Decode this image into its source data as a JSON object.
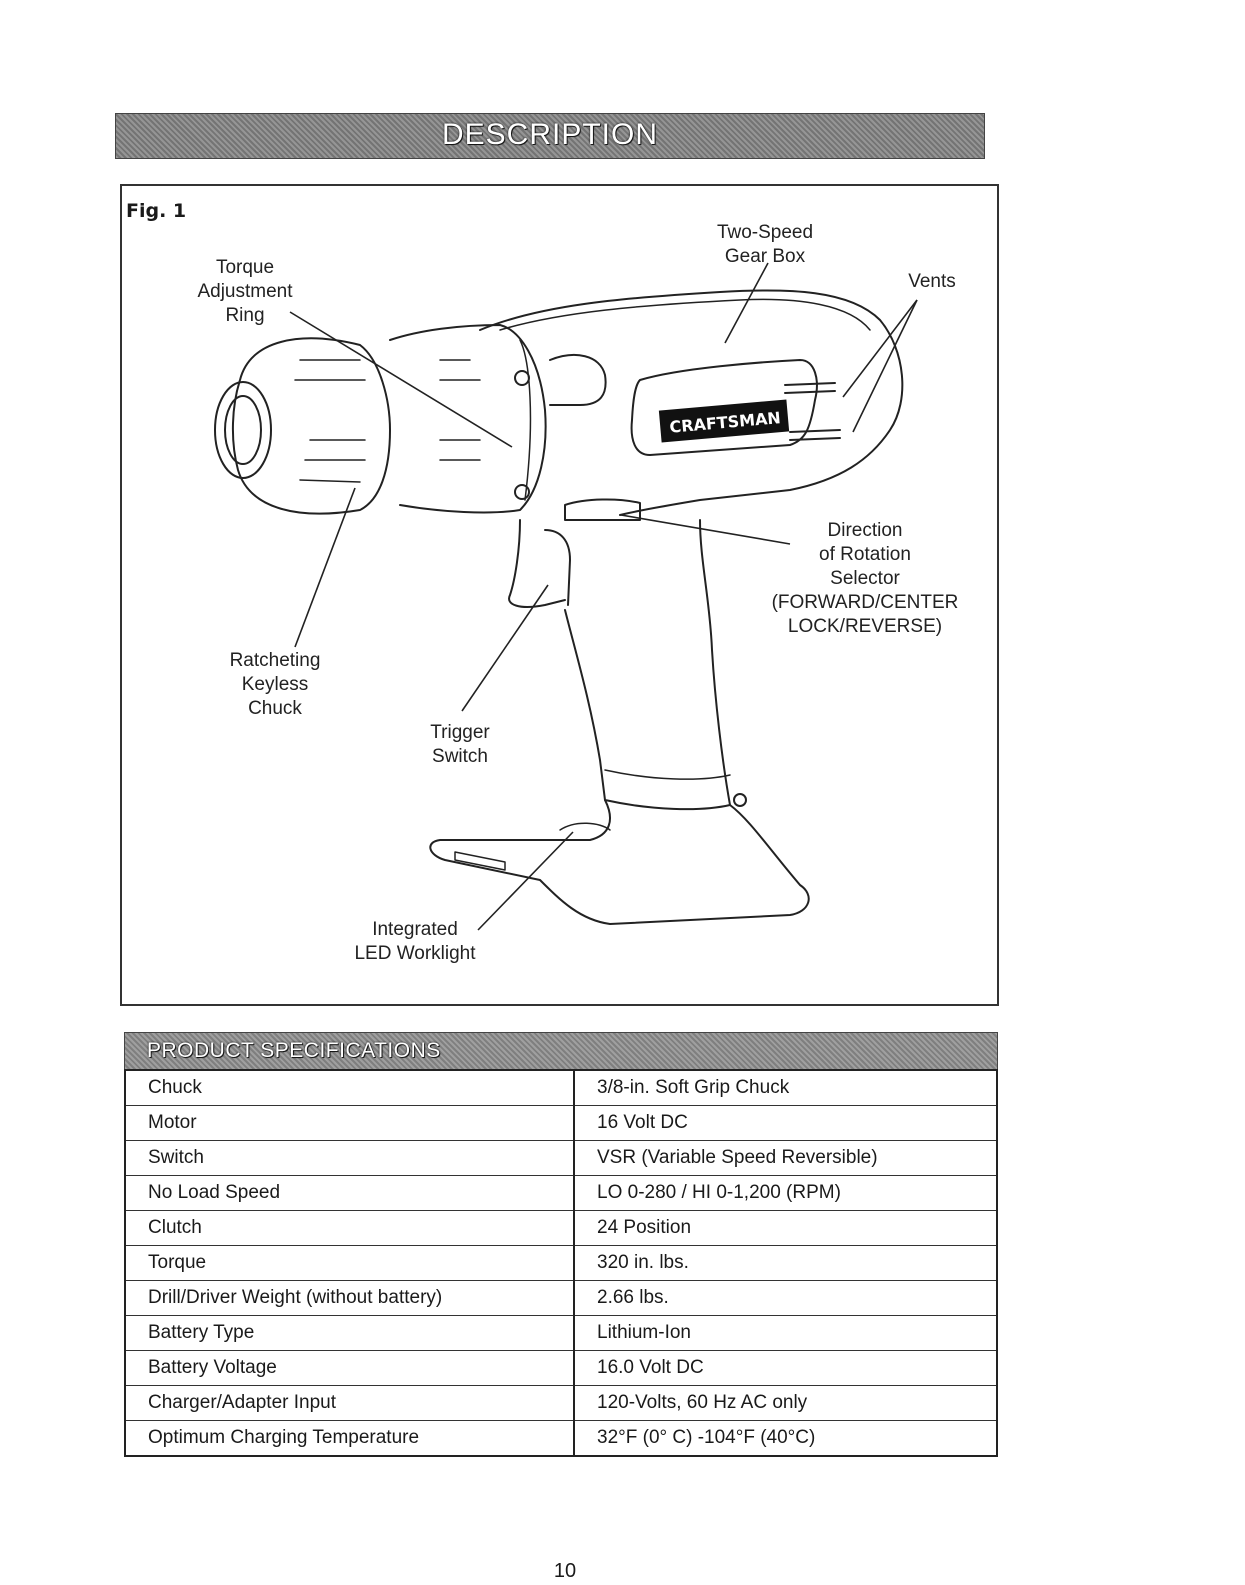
{
  "section_title": "DESCRIPTION",
  "figure": {
    "label": "Fig. 1",
    "brand": "CRAFTSMAN",
    "callouts": {
      "torque_ring": "Torque\nAdjustment\nRing",
      "gear_box": "Two-Speed\nGear Box",
      "vents": "Vents",
      "direction_selector": "Direction\nof Rotation\nSelector\n(FORWARD/CENTER\nLOCK/REVERSE)",
      "chuck": "Ratcheting\nKeyless\nChuck",
      "trigger": "Trigger\nSwitch",
      "worklight": "Integrated\nLED Worklight"
    }
  },
  "specs": {
    "title": "PRODUCT SPECIFICATIONS",
    "rows": [
      {
        "name": "Chuck",
        "value": "3/8-in. Soft Grip Chuck"
      },
      {
        "name": "Motor",
        "value": "16 Volt DC"
      },
      {
        "name": "Switch",
        "value": "VSR (Variable Speed Reversible)"
      },
      {
        "name": "No Load Speed",
        "value": "LO 0-280 / HI 0-1,200 (RPM)"
      },
      {
        "name": "Clutch",
        "value": "24 Position"
      },
      {
        "name": "Torque",
        "value": "320 in. lbs."
      },
      {
        "name": "Drill/Driver Weight (without battery)",
        "value": "2.66 lbs."
      },
      {
        "name": "Battery Type",
        "value": "Lithium-Ion"
      },
      {
        "name": "Battery Voltage",
        "value": "16.0 Volt DC"
      },
      {
        "name": "Charger/Adapter Input",
        "value": "120-Volts, 60 Hz AC only"
      },
      {
        "name": "Optimum Charging Temperature",
        "value": "32°F (0° C) -104°F (40°C)"
      }
    ]
  },
  "page_number": "10"
}
